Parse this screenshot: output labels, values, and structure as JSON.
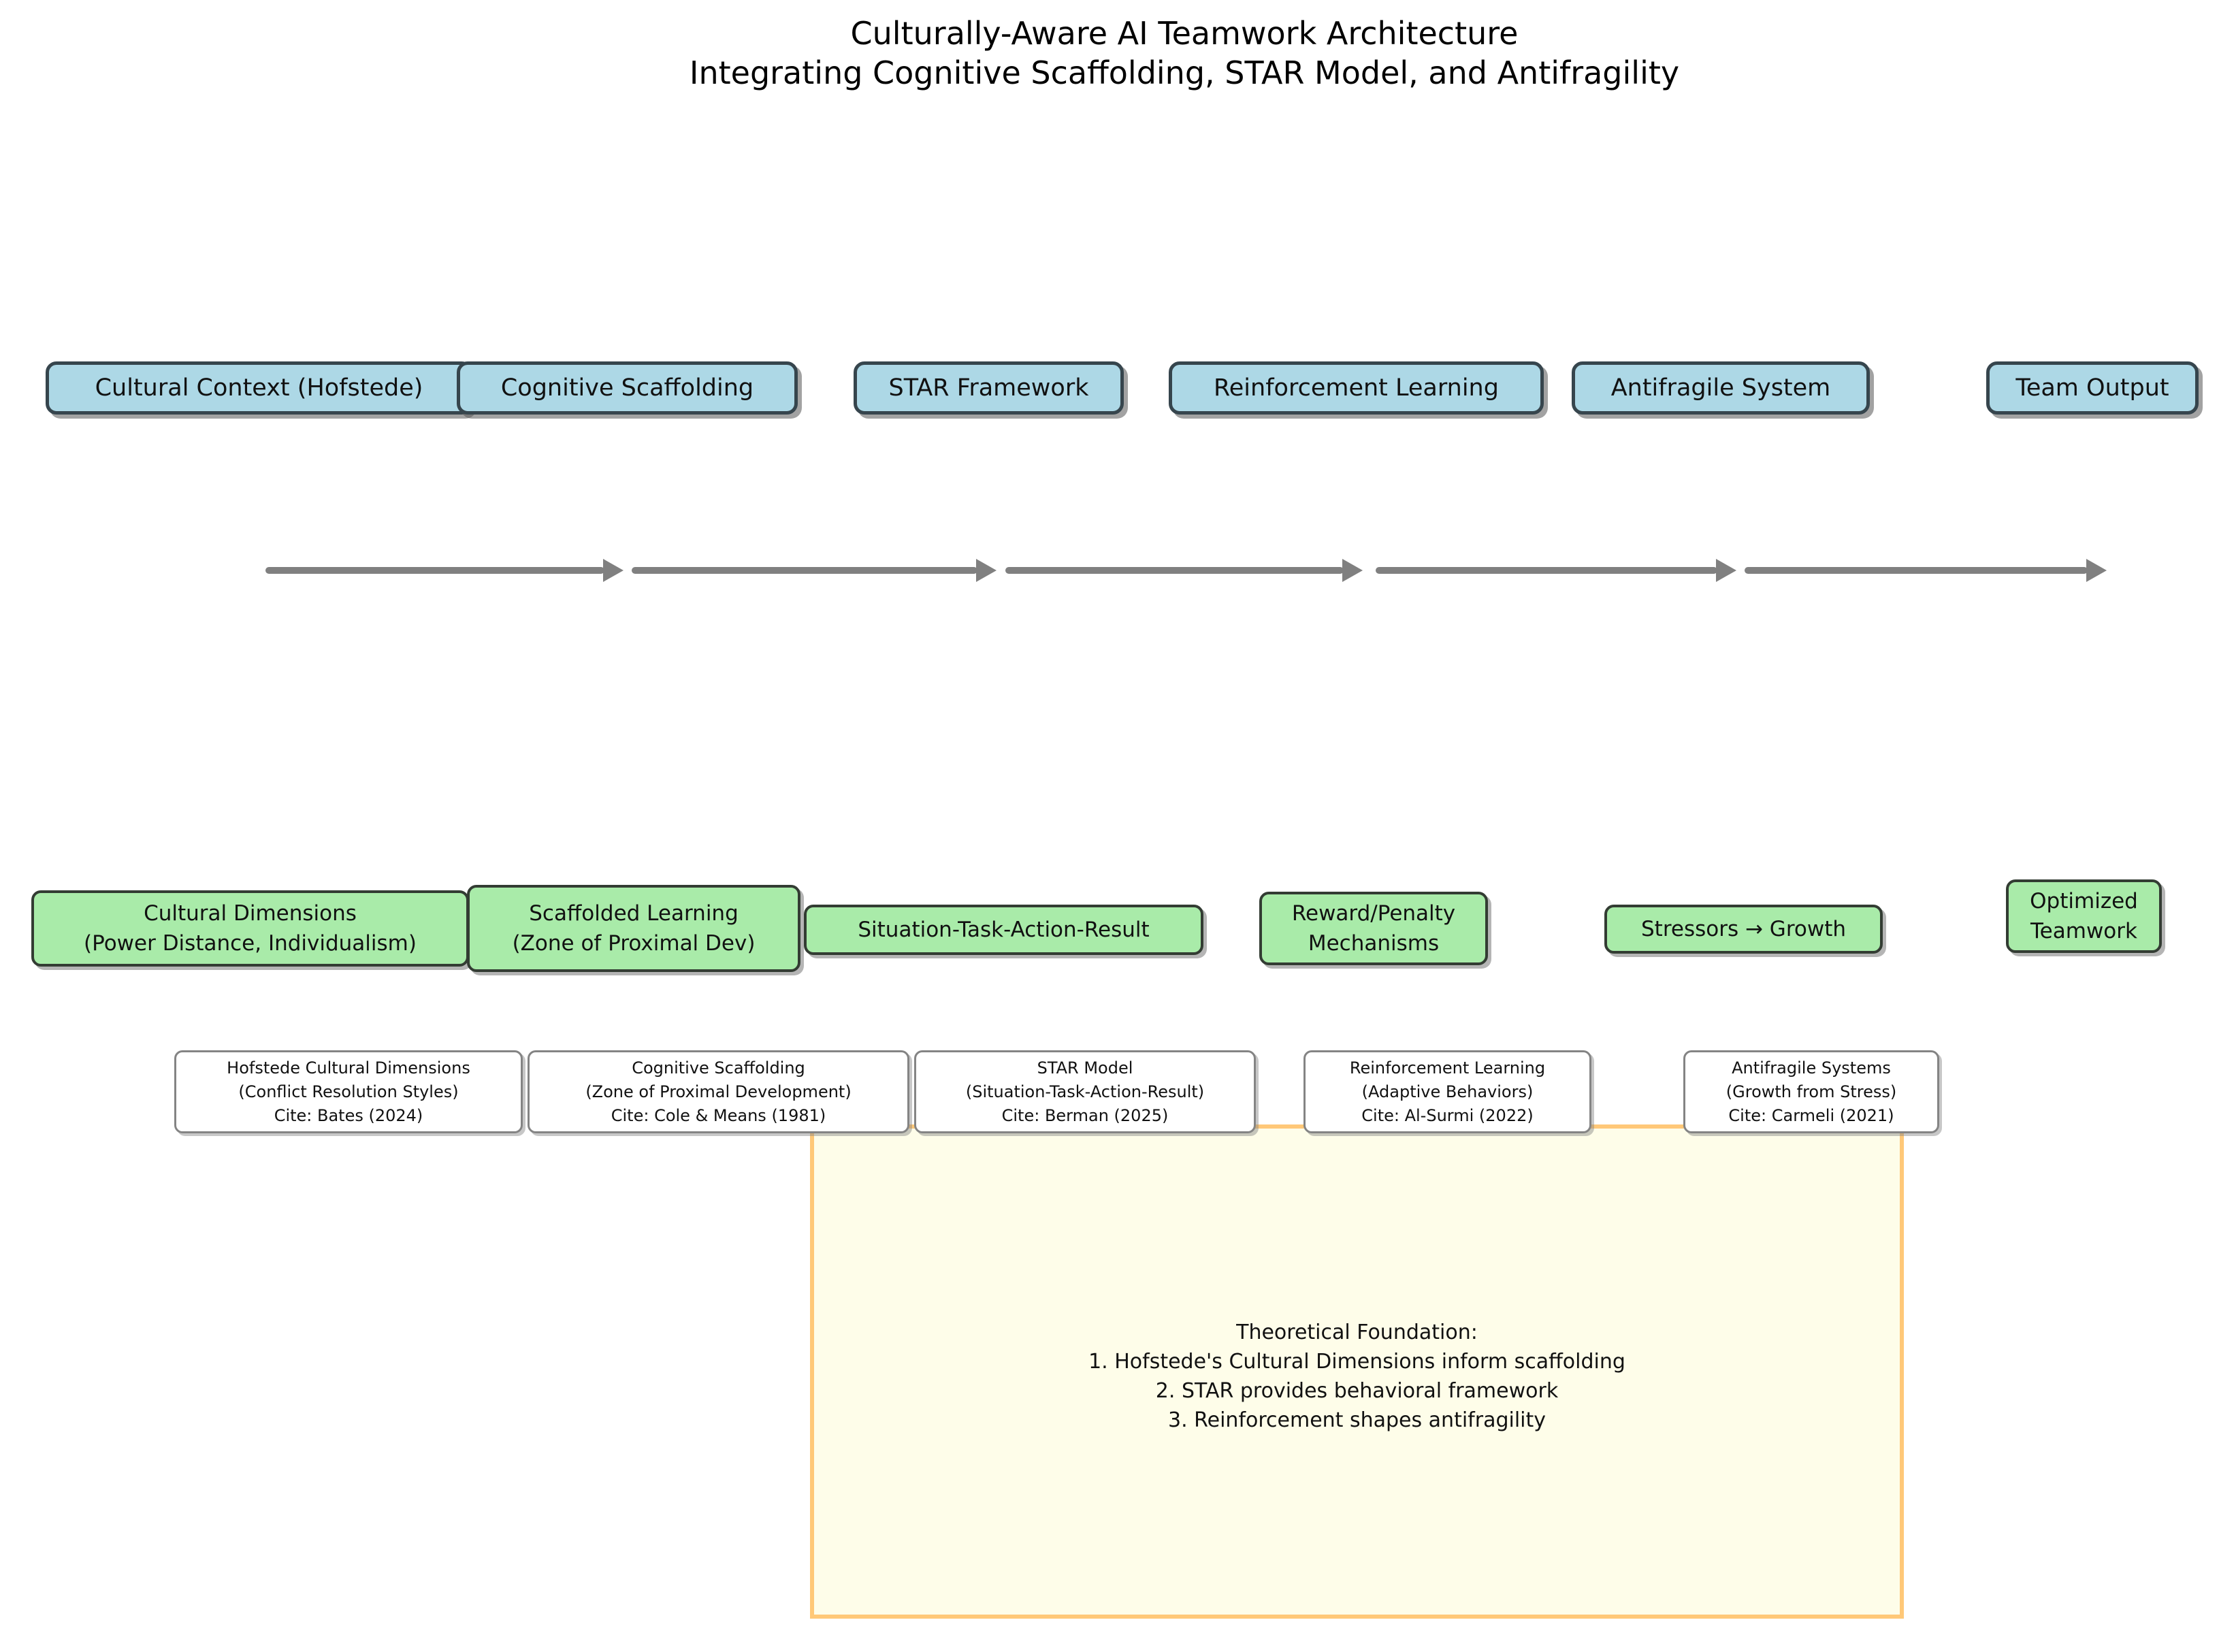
{
  "title": {
    "line1": "Culturally-Aware AI Teamwork Architecture",
    "line2": "Integrating Cognitive Scaffolding, STAR Model, and Antifragility"
  },
  "stages": [
    {
      "label": "Cultural Context (Hofstede)"
    },
    {
      "label": "Cognitive Scaffolding"
    },
    {
      "label": "STAR Framework"
    },
    {
      "label": "Reinforcement Learning"
    },
    {
      "label": "Antifragile System"
    },
    {
      "label": "Team Output"
    }
  ],
  "mechanisms": [
    {
      "line1": "Cultural Dimensions",
      "line2": "(Power Distance, Individualism)"
    },
    {
      "line1": "Scaffolded Learning",
      "line2": "(Zone of Proximal Dev)"
    },
    {
      "line1": "Situation-Task-Action-Result",
      "line2": ""
    },
    {
      "line1": "Reward/Penalty",
      "line2": "Mechanisms"
    },
    {
      "line1": "Stressors → Growth",
      "line2": ""
    },
    {
      "line1": "Optimized",
      "line2": "Teamwork"
    }
  ],
  "citations": [
    {
      "line1": "Hofstede Cultural Dimensions",
      "line2": "(Conflict Resolution Styles)",
      "line3": "Cite: Bates (2024)"
    },
    {
      "line1": "Cognitive Scaffolding",
      "line2": "(Zone of Proximal Development)",
      "line3": "Cite: Cole & Means (1981)"
    },
    {
      "line1": "STAR Model",
      "line2": "(Situation-Task-Action-Result)",
      "line3": "Cite: Berman (2025)"
    },
    {
      "line1": "Reinforcement Learning",
      "line2": "(Adaptive Behaviors)",
      "line3": "Cite: Al-Surmi (2022)"
    },
    {
      "line1": "Antifragile Systems",
      "line2": "(Growth from Stress)",
      "line3": "Cite: Carmeli (2021)"
    }
  ],
  "foundation": {
    "heading": "Theoretical Foundation:",
    "item1": "1. Hofstede's Cultural Dimensions inform scaffolding",
    "item2": "2. STAR provides behavioral framework",
    "item3": "3. Reinforcement shapes antifragility"
  },
  "colors": {
    "stage_fill": "#ADD8E6",
    "mechanism_fill": "#A9EBA9",
    "foundation_fill": "#FEFDE9",
    "foundation_border": "#FFC878",
    "arrow_color": "#808080",
    "box_border": "#36454D"
  }
}
